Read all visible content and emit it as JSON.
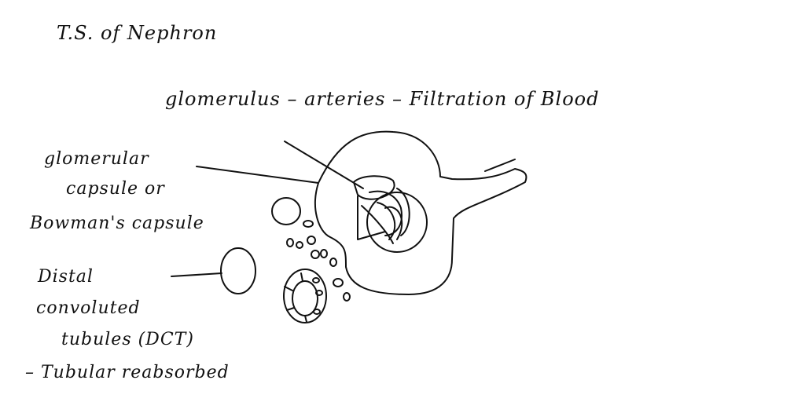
{
  "diagram": {
    "title": "T.S. of Nephron",
    "heading": "glomerulus – arteries – Filtration of Blood",
    "labels": {
      "capsule_line1": "glomerular",
      "capsule_line2": "capsule or",
      "capsule_line3": "Bowman's capsule",
      "dct_line1": "Distal",
      "dct_line2": "convoluted",
      "dct_line3": "tubules (DCT)",
      "function_note": "– Tubular reabsorbed"
    },
    "components": [
      "glomerulus",
      "glomerular capsule",
      "afferent arteriole",
      "efferent arteriole",
      "distal convoluted tubule",
      "tubule cross-sections",
      "cells"
    ],
    "ink_color": "#111111",
    "background": "#ffffff"
  }
}
